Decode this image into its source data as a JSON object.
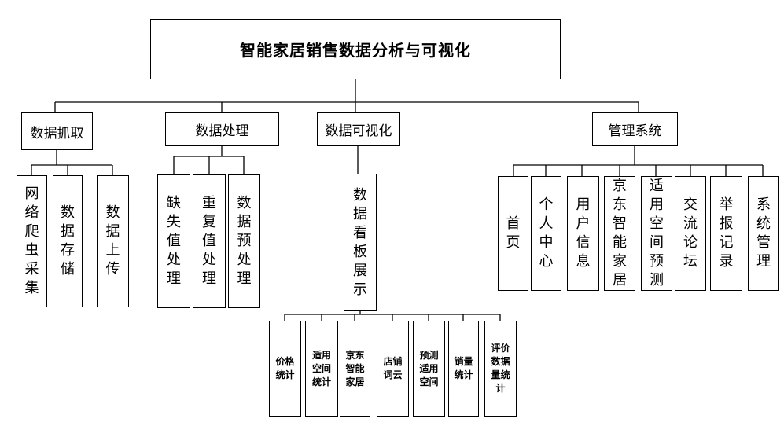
{
  "root": {
    "label": "智能家居销售数据分析与可视化"
  },
  "groups": {
    "crawl": {
      "label": "数据抓取",
      "children": [
        "网\n络\n爬\n虫\n采\n集",
        "数\n据\n存\n储",
        "数\n据\n上\n传"
      ]
    },
    "process": {
      "label": "数据处理",
      "children": [
        "缺\n失\n值\n处\n理",
        "重\n复\n值\n处\n理",
        "数\n据\n预\n处\n理"
      ]
    },
    "visual": {
      "label": "数据可视化",
      "children": [
        "数\n据\n看\n板\n展\n示"
      ]
    },
    "manage": {
      "label": "管理系统",
      "children": [
        "首\n页",
        "个\n人\n中\n心",
        "用\n户\n信\n息",
        "京\n东\n智\n能\n家\n居",
        "适\n用\n空\n间\n预\n测",
        "交\n流\n论\n坛",
        "举\n报\n记\n录",
        "系\n统\n管\n理"
      ]
    }
  },
  "dashboard_items": [
    "价格\n统计",
    "适用\n空间\n统计",
    "京东\n智能\n家居",
    "店铺\n词云",
    "预测\n适用\n空间",
    "销量\n统计",
    "评价\n数据\n量统\n计"
  ]
}
